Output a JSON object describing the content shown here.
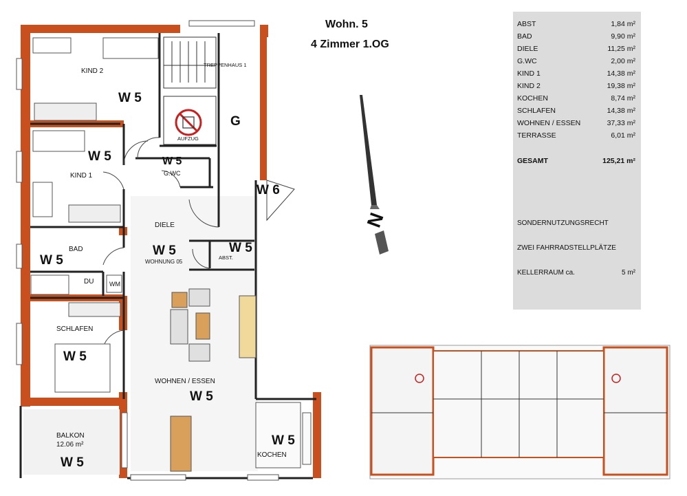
{
  "heading": {
    "line1": "Wohn. 5",
    "line2": "4 Zimmer 1.OG"
  },
  "areas": [
    {
      "name": "ABST",
      "value": "1,84 m²"
    },
    {
      "name": "BAD",
      "value": "9,90 m²"
    },
    {
      "name": "DIELE",
      "value": "11,25 m²"
    },
    {
      "name": "G.WC",
      "value": "2,00 m²"
    },
    {
      "name": "KIND 1",
      "value": "14,38 m²"
    },
    {
      "name": "KIND 2",
      "value": "19,38 m²"
    },
    {
      "name": "KOCHEN",
      "value": "8,74 m²"
    },
    {
      "name": "SCHLAFEN",
      "value": "14,38 m²"
    },
    {
      "name": "WOHNEN / ESSEN",
      "value": "37,33 m²"
    },
    {
      "name": "TERRASSE",
      "value": "6,01 m²"
    }
  ],
  "total": {
    "name": "GESAMT",
    "value": "125,21 m²"
  },
  "notes": {
    "special_use": "SONDERNUTZUNGSRECHT",
    "bikes": "ZWEI FAHRRADSTELLPLÄTZE",
    "cellar_label": "KELLERRAUM ca.",
    "cellar_value": "5 m²"
  },
  "rooms": {
    "kind2": "KIND 2",
    "kind1": "KIND 1",
    "bad": "BAD",
    "du": "DU",
    "wm": "WM",
    "schlafen": "SCHLAFEN",
    "balkon": "BALKON",
    "balkon_area": "12.06 m²",
    "treppenhaus": "TREPPENHAUS 1",
    "aufzug": "AUFZUG",
    "gwc": "G.WC",
    "diele": "DIELE",
    "wohnung": "WOHNUNG 05",
    "abst": "ABST.",
    "wohnen": "WOHNEN / ESSEN",
    "kochen": "KOCHEN"
  },
  "unit_tags": {
    "w5": "W 5",
    "w6": "W 6",
    "g": "G"
  },
  "compass": {
    "letter": "N"
  }
}
